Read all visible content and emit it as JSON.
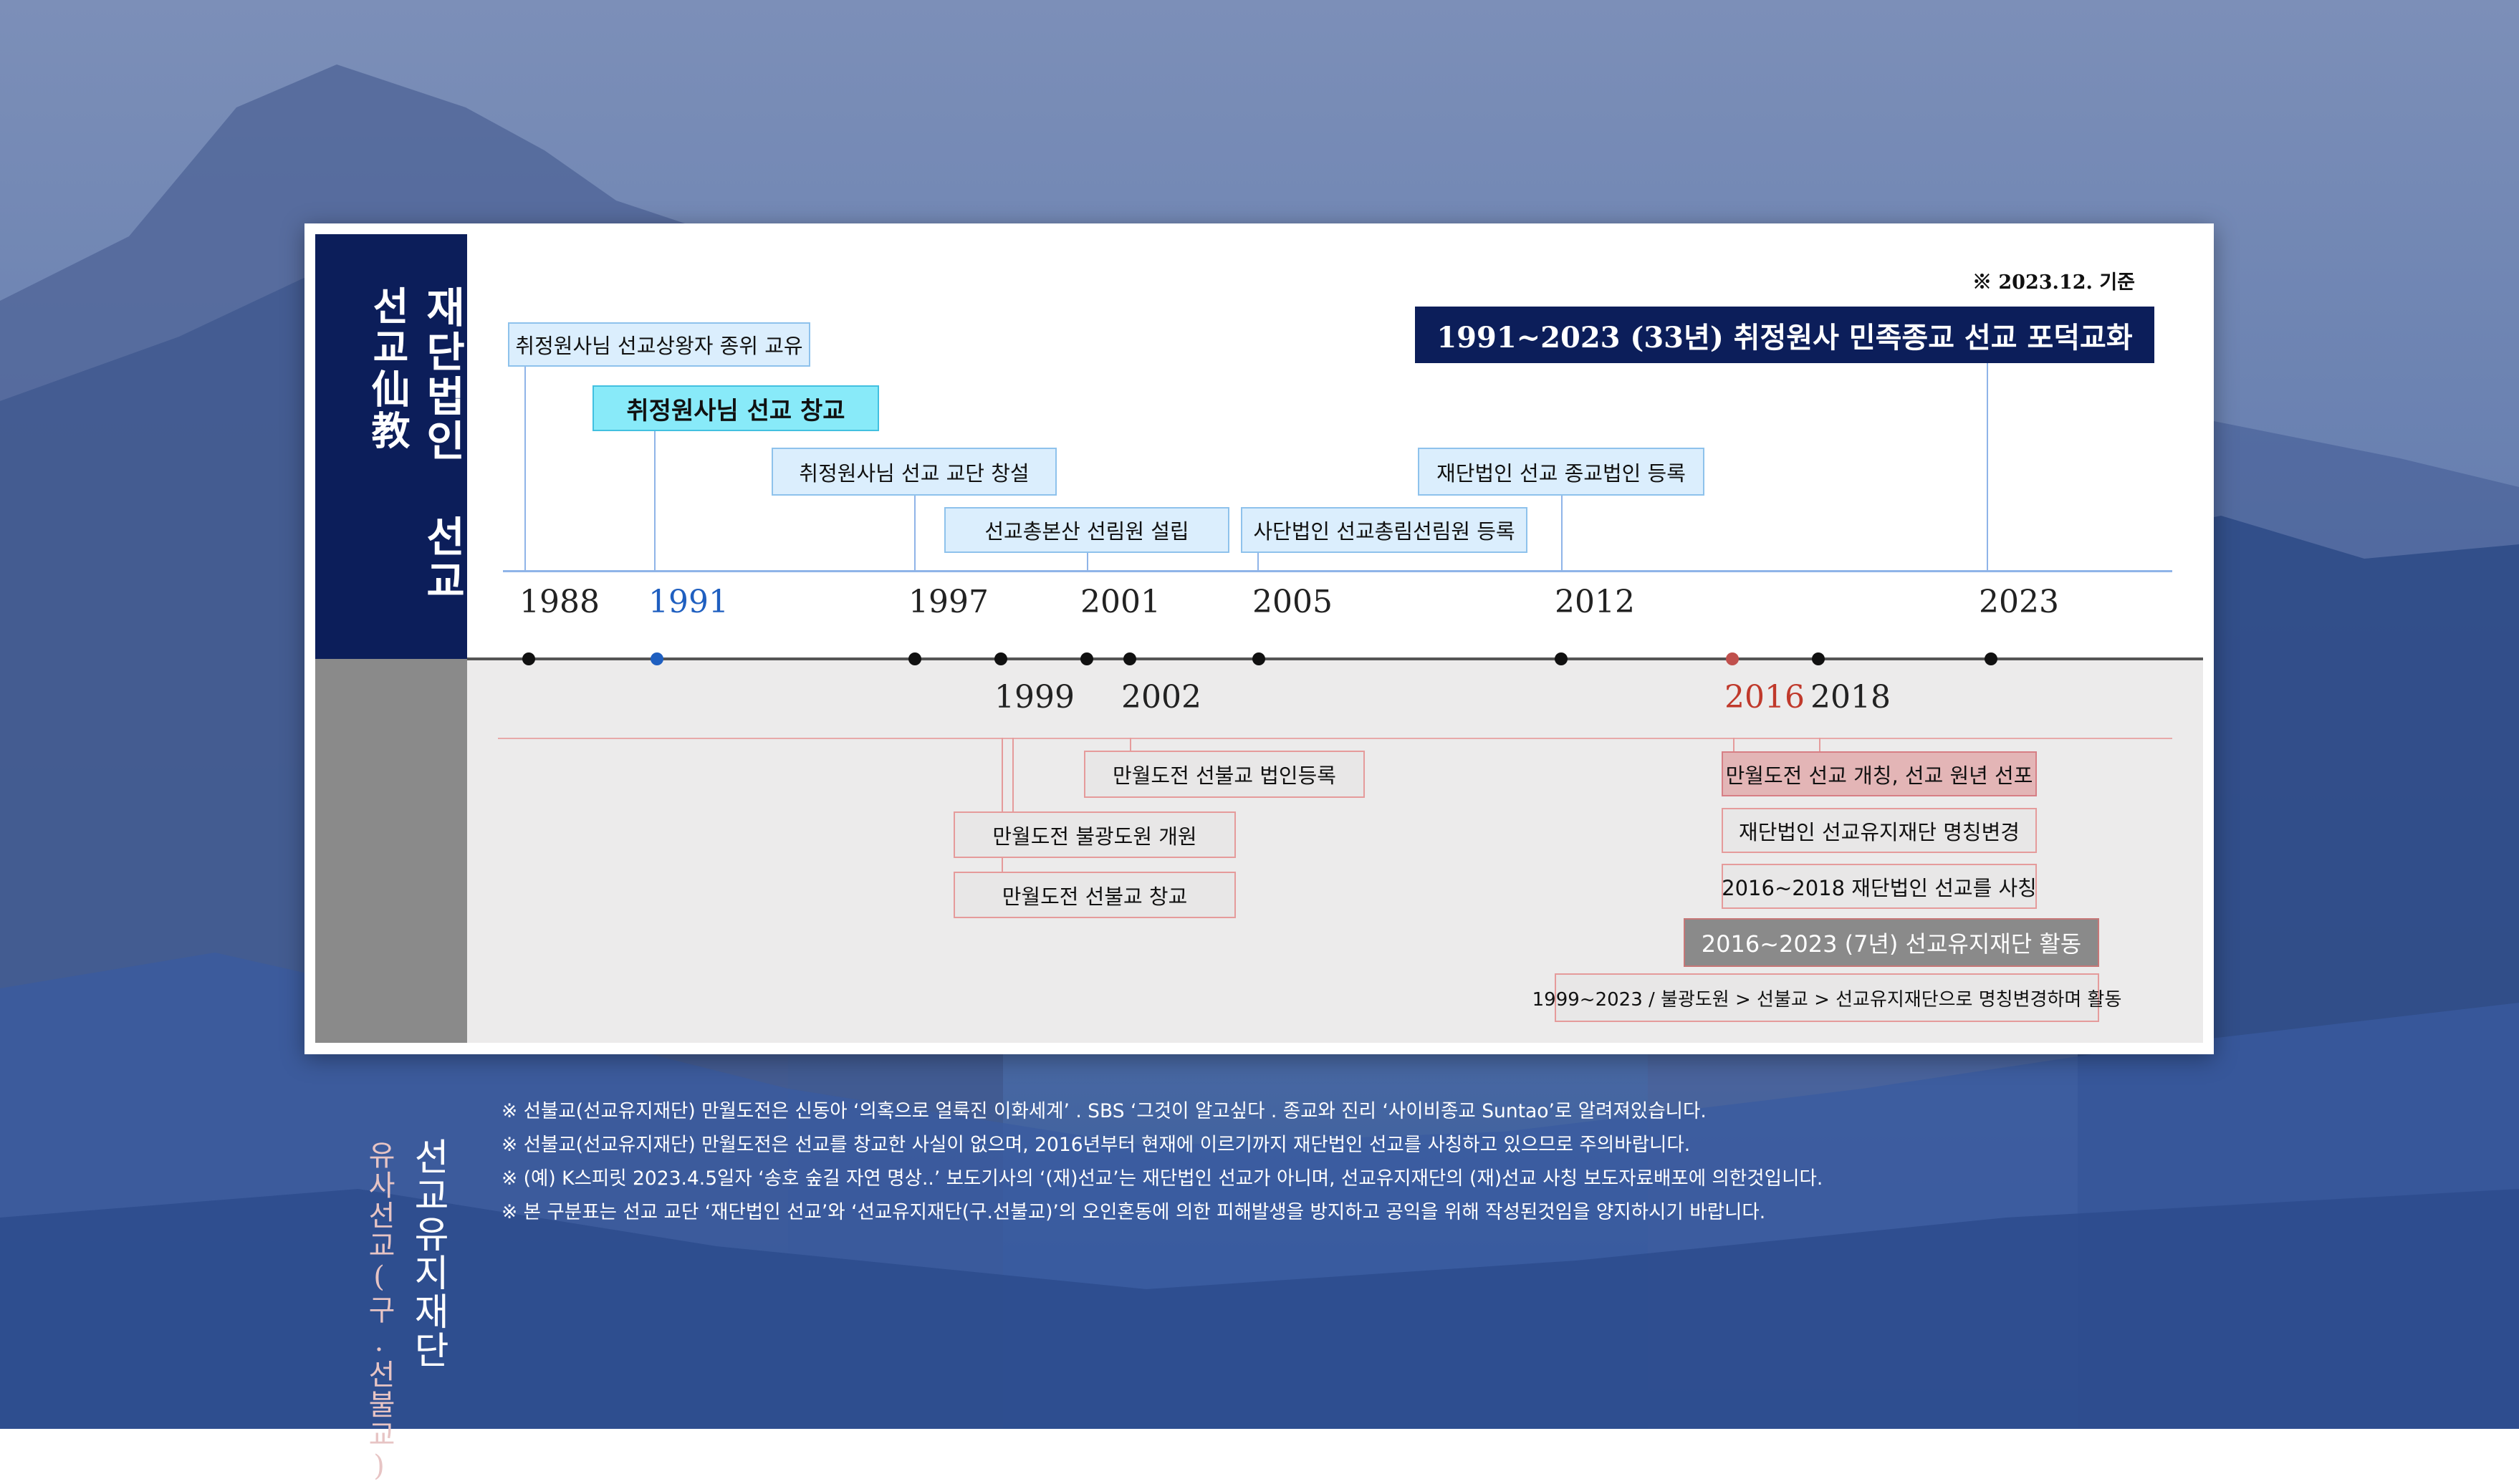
{
  "colors": {
    "navy": "#0c1e5a",
    "gray_side": "#8a8a8a",
    "year_blue": "#1f5fc0",
    "year_red": "#c0392b",
    "dot_blue": "#1f5fc0",
    "dot_red": "#c0504d",
    "connector_blue": "#8fb4e8",
    "connector_red": "#e59b9b"
  },
  "top_side": {
    "title_a": "재단법인 선교",
    "title_b": "선교仙教"
  },
  "bottom_side": {
    "title_a": "선교유지재단",
    "title_b": "유사선교(구.선불교)"
  },
  "basis_note": "※ 2023.12. 기준",
  "headline": "1991~2023 (33년) 취정원사 민족종교 선교 포덕교화",
  "top_years": [
    "1988",
    "1991",
    "1997",
    "2001",
    "2005",
    "2012",
    "2023"
  ],
  "bottom_years": [
    "1999",
    "2002",
    "2016",
    "2018"
  ],
  "top_events": [
    "취정원사님 선교상왕자 종위 교유",
    "취정원사님 선교 창교",
    "취정원사님 선교 교단 창설",
    "선교총본산 선림원 설립",
    "사단법인 선교총림선림원 등록",
    "재단법인 선교 종교법인 등록"
  ],
  "bottom_events": [
    "만월도전 선불교 법인등록",
    "만월도전 불광도원 개원",
    "만월도전 선불교 창교",
    "만월도전 선교 개칭, 선교 원년 선포",
    "재단법인 선교유지재단 명칭변경",
    "2016~2018 재단법인 선교를 사칭",
    "2016~2023 (7년) 선교유지재단 활동",
    "1999~2023 / 불광도원 > 선불교 > 선교유지재단으로 명칭변경하며 활동"
  ],
  "footnotes": [
    "※ 선불교(선교유지재단) 만월도전은 신동아 ‘의혹으로 얼룩진 이화세계’ . SBS ‘그것이 알고싶다 . 종교와 진리 ‘사이비종교 Suntao’로 알려져있습니다.",
    "※ 선불교(선교유지재단) 만월도전은 선교를 창교한 사실이 없으며, 2016년부터 현재에 이르기까지 재단법인 선교를 사칭하고 있으므로 주의바랍니다.",
    "※ (예) K스피릿 2023.4.5일자 ‘송호 숲길 자연 명상..’ 보도기사의 ‘(재)선교’는 재단법인 선교가 아니며, 선교유지재단의 (재)선교 사칭 보도자료배포에 의한것입니다.",
    "※ 본 구분표는 선교 교단 ‘재단법인 선교’와 ‘선교유지재단(구.선불교)’의 오인혼동에 의한 피해발생을 방지하고 공익을 위해 작성된것임을 양지하시기 바랍니다."
  ]
}
